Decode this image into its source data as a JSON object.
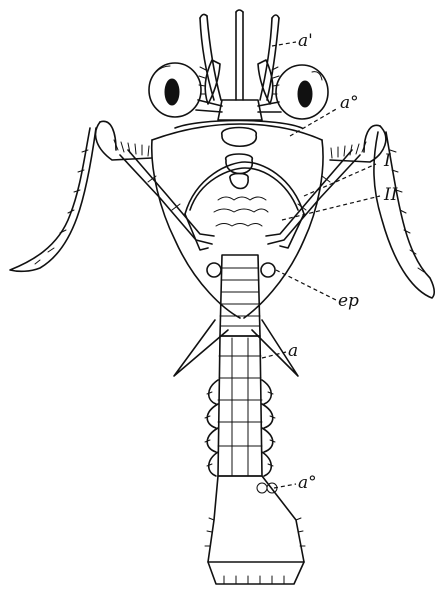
{
  "figure": {
    "subject_icon": "crustacean-larva-illustration",
    "ink_color": "#111111",
    "background": "#ffffff",
    "labels": {
      "antennule": "a'",
      "antenna": "a°",
      "first_leg": "I",
      "second_leg": "II",
      "epipodite": "ep",
      "abdomen": "a",
      "pleopod": "a°"
    }
  }
}
